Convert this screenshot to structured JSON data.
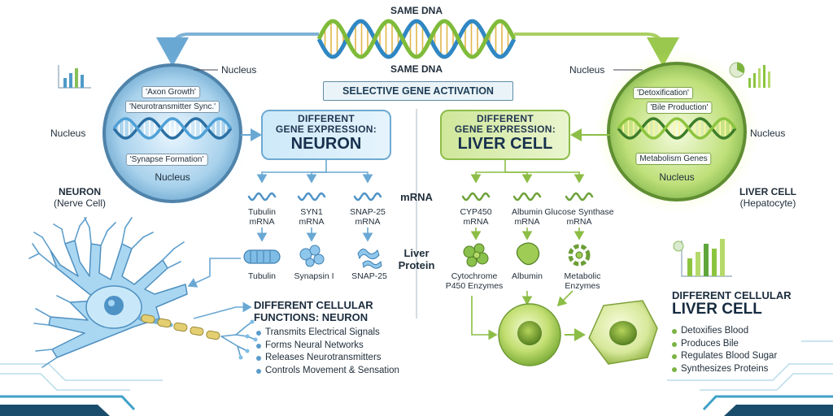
{
  "dna": {
    "top_label": "SAME DNA",
    "bottom_label": "SAME DNA"
  },
  "banner": "SELECTIVE GENE ACTIVATION",
  "neuron": {
    "nucleus_tag_right": "Nucleus",
    "nucleus_tag_left": "Nucleus",
    "nucleus_inner": "Nucleus",
    "genes": [
      "'Axon Growth'",
      "'Neurotransmitter Sync.'",
      "'Synapse Formation'"
    ],
    "cell_label": "NEURON",
    "cell_sub": "(Nerve Cell)",
    "expression_small_1": "DIFFERENT",
    "expression_small_2": "GENE EXPRESSION:",
    "expression_big": "NEURON",
    "mrna": [
      {
        "name": "Tubulin",
        "type": "mRNA",
        "protein": "Tubulin"
      },
      {
        "name": "SYN1",
        "type": "mRNA",
        "protein": "Synapsin I"
      },
      {
        "name": "SNAP-25",
        "type": "mRNA",
        "protein": "SNAP-25"
      }
    ],
    "functions_title_1": "DIFFERENT CELLULAR",
    "functions_title_2": "FUNCTIONS: NEURON",
    "functions": [
      "Transmits Electrical Signals",
      "Forms Neural Networks",
      "Releases Neurotransmitters",
      "Controls Movement & Sensation"
    ]
  },
  "center": {
    "mrna_label": "mRNA",
    "protein_label_1": "Liver",
    "protein_label_2": "Protein"
  },
  "liver": {
    "nucleus_tag_left": "Nucleus",
    "nucleus_tag_right": "Nucleus",
    "nucleus_inner": "Nucleus",
    "genes": [
      "'Detoxification'",
      "'Bile Production'",
      "Metabolism Genes"
    ],
    "cell_label": "LIVER CELL",
    "cell_sub": "(Hepatocyte)",
    "expression_small_1": "DIFFERENT",
    "expression_small_2": "GENE EXPRESSION:",
    "expression_big": "LIVER CELL",
    "mrna": [
      {
        "name": "CYP450",
        "type": "mRNA",
        "protein_1": "Cytochrome",
        "protein_2": "P450 Enzymes"
      },
      {
        "name": "Albumin",
        "type": "mRNA",
        "protein_1": "Albumin",
        "protein_2": ""
      },
      {
        "name": "Glucose Synthase",
        "type": "mRNA",
        "protein_1": "Metabolic",
        "protein_2": "Enzymes"
      }
    ],
    "functions_title_1": "DIFFERENT CELLULAR",
    "functions_title_2": "LIVER CELL",
    "functions": [
      "Detoxifies Blood",
      "Produces Bile",
      "Regulates Blood Sugar",
      "Synthesizes Proteins"
    ]
  },
  "colors": {
    "neuron_blue": "#5fa3d3",
    "neuron_pale": "#d4ecf8",
    "liver_green": "#8cc43f",
    "liver_pale": "#e4f2c7",
    "dna_blue": "#2f87c3",
    "dna_green": "#7fbb3a",
    "text_dark": "#1f2d3a"
  }
}
